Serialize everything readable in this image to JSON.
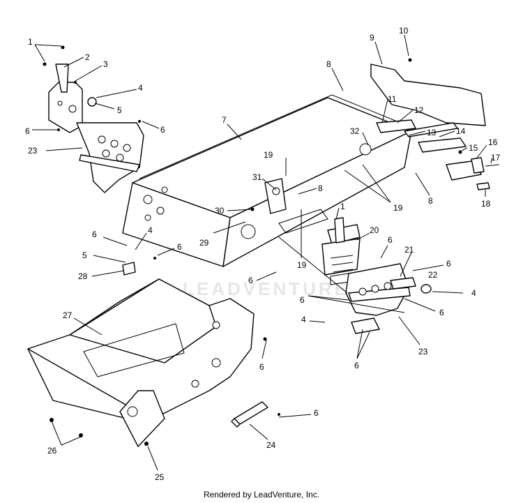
{
  "watermark": "LEADVENTURE",
  "footer": "Rendered by LeadVenture, Inc.",
  "callouts": [
    "1",
    "2",
    "3",
    "4",
    "5",
    "6",
    "6",
    "23",
    "7",
    "8",
    "9",
    "10",
    "11",
    "12",
    "32",
    "13",
    "14",
    "15",
    "16",
    "17",
    "18",
    "19",
    "19",
    "8",
    "31",
    "8",
    "30",
    "29",
    "1",
    "20",
    "19",
    "6",
    "4",
    "5",
    "6",
    "28",
    "6",
    "6",
    "21",
    "6",
    "22",
    "4",
    "6",
    "6",
    "4",
    "23",
    "6",
    "27",
    "6",
    "26",
    "25",
    "24",
    "6"
  ]
}
